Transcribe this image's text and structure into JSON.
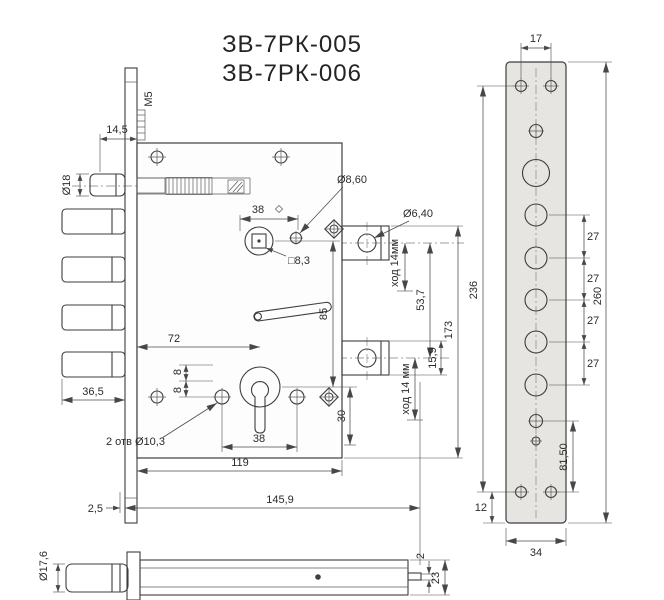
{
  "title": {
    "model_1": "ЗВ-7РК-005",
    "model_2": "ЗВ-7РК-006"
  },
  "main_view": {
    "thread_label": "M5",
    "dim_14_5": "14,5",
    "dim_d18": "Ø18",
    "dim_38_top": "38",
    "dim_d8_60": "Ø8,60",
    "dim_sq8_3": "□8,3",
    "dim_d6_40": "Ø6,40",
    "stroke_upper": "ход 14мм",
    "dim_173": "173",
    "dim_53_7": "53,7",
    "dim_85": "85",
    "dim_72": "72",
    "dim_15_9": "15,9",
    "stroke_lower": "ход 14 мм",
    "dim_30": "30",
    "dim_36_5": "36,5",
    "dim_8_upper": "8",
    "dim_8_lower": "8",
    "holes_note": "2 отв Ø10,3",
    "dim_38_bottom": "38",
    "dim_119": "119",
    "dim_2_5": "2,5",
    "dim_145_9": "145,9"
  },
  "bottom_view": {
    "dim_d17_6": "Ø17,6",
    "dim_2": "2",
    "dim_23": "23"
  },
  "faceplate_view": {
    "dim_17": "17",
    "dim_236": "236",
    "dim_27_1": "27",
    "dim_27_2": "27",
    "dim_27_3": "27",
    "dim_27_4": "27",
    "dim_260": "260",
    "dim_81_50": "81,50",
    "dim_12": "12",
    "dim_34": "34"
  },
  "colors": {
    "line": "#3d3d3d",
    "dim_line": "#4a4a4a",
    "metal_light": "#e6e6e6",
    "metal_dark": "#9e9e9e",
    "plate_fill": "#e6e5e2",
    "background": "#ffffff"
  }
}
